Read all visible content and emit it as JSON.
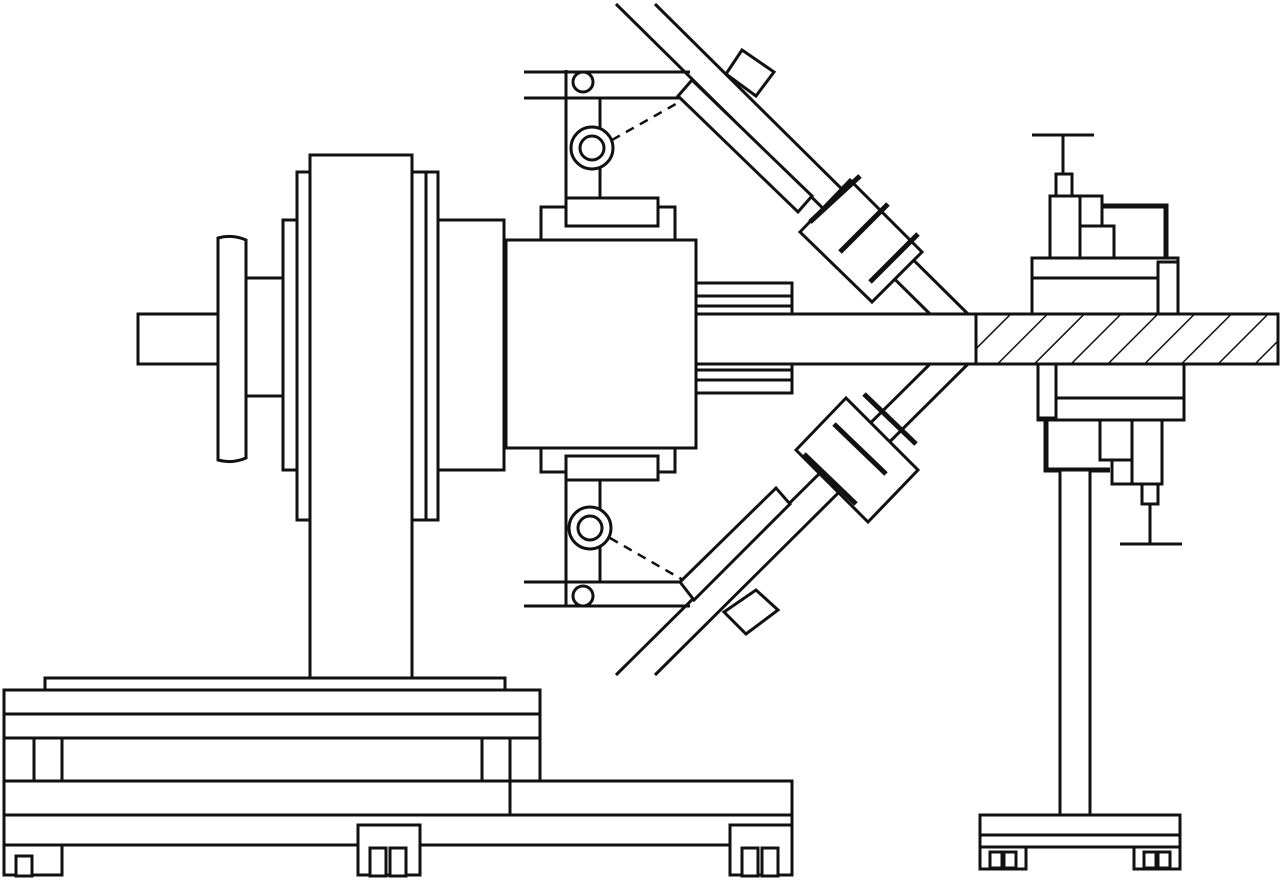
{
  "drawing": {
    "kind": "line-drawing",
    "colors": {
      "line": "#111111",
      "background": "#ffffff"
    },
    "parts": [
      "base-frame",
      "motor-housing",
      "flange-stack",
      "shaft",
      "gearbox",
      "upper-clamp-arm",
      "lower-clamp-arm",
      "workpiece-bar",
      "support-stand",
      "tool-head-upper",
      "tool-head-lower"
    ]
  }
}
